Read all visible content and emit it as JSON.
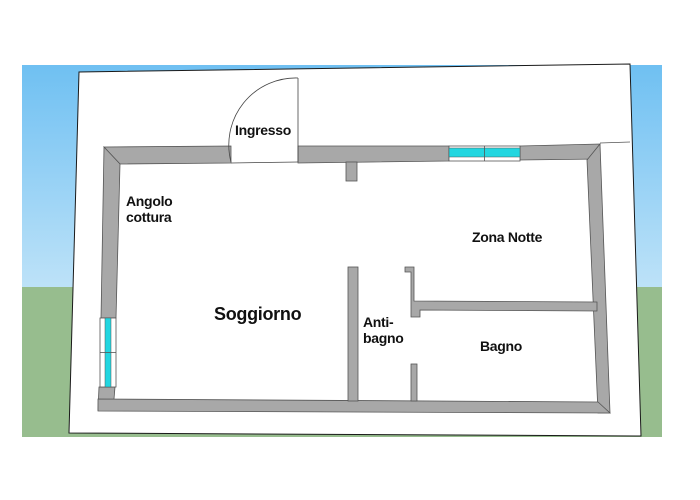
{
  "plan": {
    "rooms": [
      {
        "id": "ingresso",
        "label": "Ingresso"
      },
      {
        "id": "angolo-cottura",
        "label": "Angolo\ncottura"
      },
      {
        "id": "zona-notte",
        "label": "Zona Notte"
      },
      {
        "id": "soggiorno",
        "label": "Soggiorno"
      },
      {
        "id": "antibagno",
        "label": "Anti-\nbagno"
      },
      {
        "id": "bagno",
        "label": "Bagno"
      }
    ],
    "colors": {
      "wall": "#a8a8a8",
      "window": "#22d6e0",
      "slab": "#ffffff",
      "sky": "#6fc0f2",
      "ground": "#97bd8e"
    }
  }
}
